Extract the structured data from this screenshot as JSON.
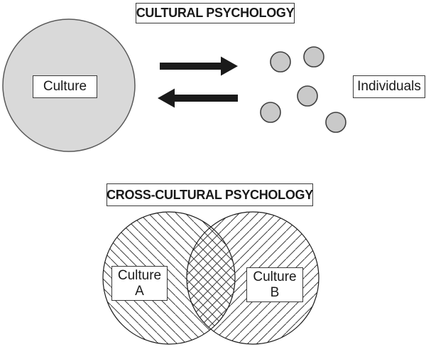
{
  "colors": {
    "background": "#ffffff",
    "culture_circle_fill": "#d9d9d9",
    "culture_circle_stroke": "#595959",
    "individual_fill": "#c9c9c9",
    "individual_stroke": "#404040",
    "arrow": "#1a1a1a",
    "box_border": "#3a3a3a",
    "hatch": "#3d3d3d",
    "venn_stroke": "#1a1a1a",
    "text": "#1a1a1a"
  },
  "cultural_psychology": {
    "title": "CULTURAL PSYCHOLOGY",
    "culture_label": "Culture",
    "individuals_label": "Individuals"
  },
  "cross_cultural_psychology": {
    "title": "CROSS-CULTURAL PSYCHOLOGY",
    "culture_a": {
      "line1": "Culture",
      "line2": "A"
    },
    "culture_b": {
      "line1": "Culture",
      "line2": "B"
    }
  }
}
